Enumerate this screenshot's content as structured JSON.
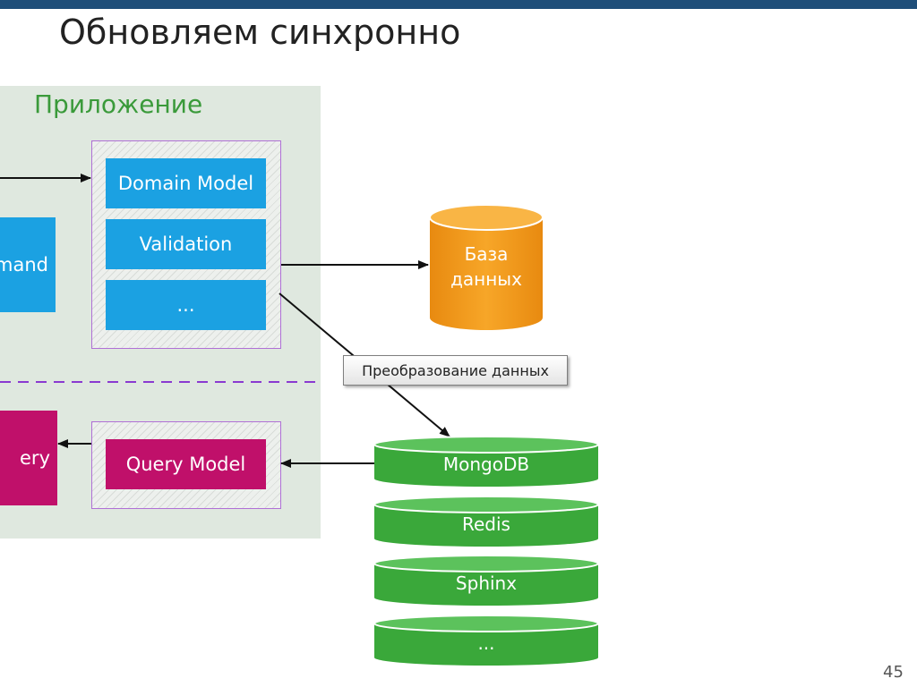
{
  "slide": {
    "title": "Обновляем синхронно",
    "page_number": "45"
  },
  "app": {
    "label": "Приложение",
    "command_partial": "mand",
    "query_partial": "ery"
  },
  "write_model": {
    "items": [
      "Domain Model",
      "Validation",
      "..."
    ]
  },
  "read_model": {
    "label": "Query Model"
  },
  "database": {
    "line1": "База",
    "line2": "данных"
  },
  "transform_label": "Преобразование данных",
  "stores": [
    "MongoDB",
    "Redis",
    "Sphinx",
    "..."
  ],
  "colors": {
    "title_bar": "#1f4e79",
    "app_bg": "#dfe8df",
    "app_label": "#3a9a3a",
    "blue": "#1ba1e2",
    "magenta": "#c0106a",
    "orange": "#f39a1e",
    "green": "#3aa83a",
    "dashed_line": "#8a3ad0"
  }
}
